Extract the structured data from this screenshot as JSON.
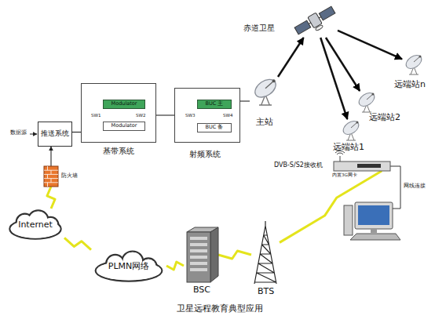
{
  "diagram": {
    "caption": "卫星远程教育典型应用",
    "nodes": [
      {
        "text": [
          "推送系统"
        ]
      },
      {
        "text": [
          "基带系统"
        ]
      },
      {
        "text": [
          "Modulator"
        ],
        "in": 1
      },
      {
        "text": [
          "Modulator"
        ],
        "in": 1
      },
      {
        "text": [
          "射频系统"
        ]
      },
      {
        "text": [
          "BUC 主"
        ],
        "in": 4
      },
      {
        "text": [
          "BUC 备"
        ],
        "in": 4
      },
      {
        "text": [
          "主站"
        ]
      },
      {
        "text": [
          "赤道卫星"
        ]
      },
      {
        "text": [
          "远端站n"
        ]
      },
      {
        "text": [
          "远端站2"
        ]
      },
      {
        "text": [
          "远端站1"
        ]
      },
      {
        "text": [
          "DVB-S/S2接收机",
          "内置3G网卡"
        ]
      },
      {
        "text": [
          "防火墙"
        ]
      },
      {
        "text": [
          "Internet"
        ]
      },
      {
        "text": [
          "PLMN网络"
        ]
      },
      {
        "text": [
          "BSC"
        ]
      },
      {
        "text": [
          "BTS"
        ]
      }
    ],
    "edges": [
      {
        "from": 0,
        "to": 1,
        "arrow": "none"
      },
      {
        "from": 1,
        "to": 4,
        "arrow": "none"
      },
      {
        "from": 4,
        "to": 7,
        "arrow": "none"
      },
      {
        "from": 7,
        "to": 8,
        "arrow": "to"
      },
      {
        "from": 8,
        "to": 11,
        "arrow": "to"
      },
      {
        "from": 8,
        "to": 10,
        "arrow": "to"
      },
      {
        "from": 8,
        "to": 9,
        "arrow": "to"
      },
      {
        "from": 13,
        "to": 0,
        "arrow": "to"
      },
      {
        "from": 14,
        "to": 13,
        "arrow": "none"
      },
      {
        "from": 15,
        "to": 14,
        "arrow": "none"
      },
      {
        "from": 16,
        "to": 15,
        "arrow": "none"
      },
      {
        "from": 17,
        "to": 16,
        "arrow": "none"
      },
      {
        "from": 12,
        "to": 17,
        "arrow": "none"
      }
    ],
    "labels": [
      "数据源",
      "SW1",
      "SW2",
      "SW3",
      "SW4",
      "网线连接"
    ]
  }
}
